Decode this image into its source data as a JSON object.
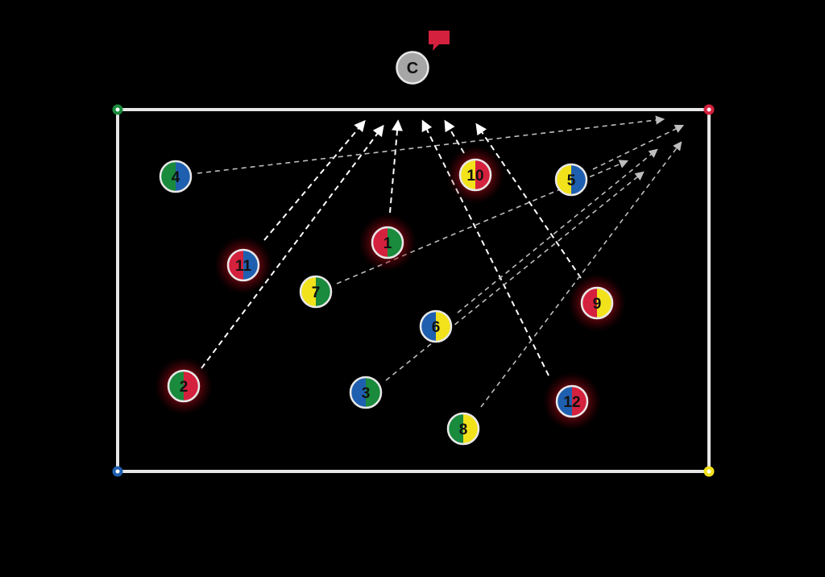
{
  "colors": {
    "background": "#000000",
    "field_line": "#e6e6e6",
    "green": "#1a8a3c",
    "blue": "#1f5fb0",
    "red": "#d4213d",
    "yellow": "#f2e21b",
    "coach": "#a6a6a6",
    "glow": "#c01020",
    "arrow_white": "#ffffff",
    "arrow_grey": "#bdbdbd"
  },
  "coach": {
    "label": "C",
    "icon": "speech-bubble-icon"
  },
  "corners": [
    {
      "id": "top-left",
      "color": "green"
    },
    {
      "id": "top-right",
      "color": "red"
    },
    {
      "id": "bottom-left",
      "color": "blue"
    },
    {
      "id": "bottom-right",
      "color": "yellow"
    }
  ],
  "players": [
    {
      "label": "1",
      "left": "red",
      "right": "green",
      "glow": true
    },
    {
      "label": "2",
      "left": "green",
      "right": "red",
      "glow": true
    },
    {
      "label": "3",
      "left": "blue",
      "right": "green",
      "glow": false
    },
    {
      "label": "4",
      "left": "green",
      "right": "blue",
      "glow": false
    },
    {
      "label": "5",
      "left": "yellow",
      "right": "blue",
      "glow": false
    },
    {
      "label": "6",
      "left": "blue",
      "right": "yellow",
      "glow": false
    },
    {
      "label": "7",
      "left": "yellow",
      "right": "green",
      "glow": false
    },
    {
      "label": "8",
      "left": "green",
      "right": "yellow",
      "glow": false
    },
    {
      "label": "9",
      "left": "red",
      "right": "yellow",
      "glow": true
    },
    {
      "label": "10",
      "left": "yellow",
      "right": "red",
      "glow": true
    },
    {
      "label": "11",
      "left": "red",
      "right": "blue",
      "glow": true
    },
    {
      "label": "12",
      "left": "blue",
      "right": "red",
      "glow": true
    }
  ],
  "arrows": [
    {
      "from": "11",
      "style": "white"
    },
    {
      "from": "2",
      "style": "white"
    },
    {
      "from": "1",
      "style": "white"
    },
    {
      "from": "12",
      "style": "white"
    },
    {
      "from": "10",
      "style": "white"
    },
    {
      "from": "9",
      "style": "white"
    },
    {
      "from": "4",
      "style": "grey"
    },
    {
      "from": "5",
      "style": "grey"
    },
    {
      "from": "7",
      "style": "grey"
    },
    {
      "from": "6",
      "style": "grey"
    },
    {
      "from": "3",
      "style": "grey"
    },
    {
      "from": "8",
      "style": "grey"
    }
  ]
}
